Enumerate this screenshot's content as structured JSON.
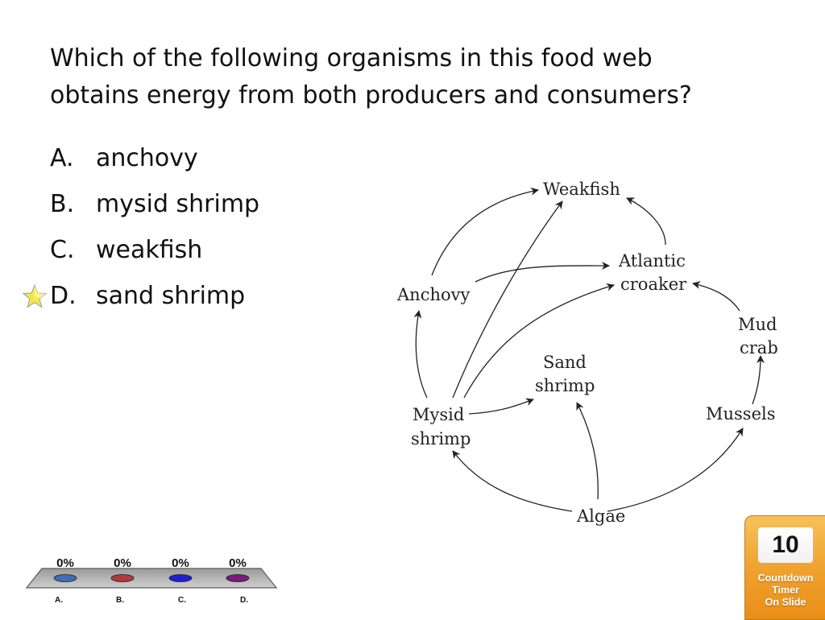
{
  "question": {
    "line1": "Which of the following organisms in this food web",
    "line2": "obtains energy from both producers and consumers?"
  },
  "answers": [
    {
      "letter": "A.",
      "text": "anchovy",
      "selected": false
    },
    {
      "letter": "B.",
      "text": "mysid shrimp",
      "selected": false
    },
    {
      "letter": "C.",
      "text": "weakfish",
      "selected": false
    },
    {
      "letter": "D.",
      "text": "sand shrimp",
      "selected": true
    }
  ],
  "foodweb": {
    "weakfish": "Weakfish",
    "atlantic_croaker_1": "Atlantic",
    "atlantic_croaker_2": "croaker",
    "anchovy": "Anchovy",
    "mud_crab_1": "Mud",
    "mud_crab_2": "crab",
    "sand_shrimp_1": "Sand",
    "sand_shrimp_2": "shrimp",
    "mysid_shrimp_1": "Mysid",
    "mysid_shrimp_2": "shrimp",
    "mussels": "Mussels",
    "algae": "Algae"
  },
  "results": {
    "bars": [
      {
        "percent": "0%",
        "label": "A.",
        "color": "#3f6eb5"
      },
      {
        "percent": "0%",
        "label": "B.",
        "color": "#b33a3a"
      },
      {
        "percent": "0%",
        "label": "C.",
        "color": "#1f1fd1"
      },
      {
        "percent": "0%",
        "label": "D.",
        "color": "#7a1a7a"
      }
    ]
  },
  "timer": {
    "value": "10",
    "label1": "Countdown",
    "label2": "Timer",
    "label3": "On Slide"
  },
  "colors": {
    "timer_orange": "#f0a22f",
    "star_yellow": "#f5e84a"
  }
}
